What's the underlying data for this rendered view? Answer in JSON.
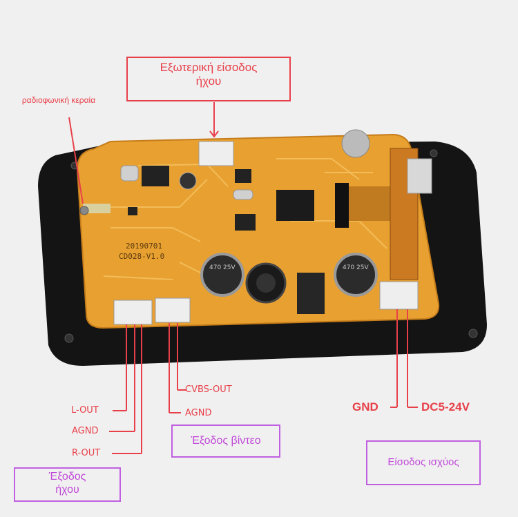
{
  "labels": {
    "external_audio_input": "Εξωτερική είσοδος ήχου",
    "radio_antenna": "ραδιοφωνική κεραία",
    "l_out": "L-OUT",
    "agnd_audio": "AGND",
    "r_out": "R-OUT",
    "audio_output": "Έξοδος ήχου",
    "cvbs_out": "CVBS-OUT",
    "agnd_video": "AGND",
    "video_output": "Έξοδος βίντεο",
    "gnd": "GND",
    "dc_input": "DC5-24V",
    "power_input": "Είσοδος ισχύος"
  },
  "board_markings": {
    "date_code": "20190701",
    "model": "CD028-V1.0",
    "cap_left": "470 25V",
    "cap_right": "470 25V"
  },
  "colors": {
    "annotation_red": "#e8404a",
    "annotation_violet": "#c060e0",
    "pcb_orange": "#e8a030",
    "bezel_black": "#141414"
  }
}
